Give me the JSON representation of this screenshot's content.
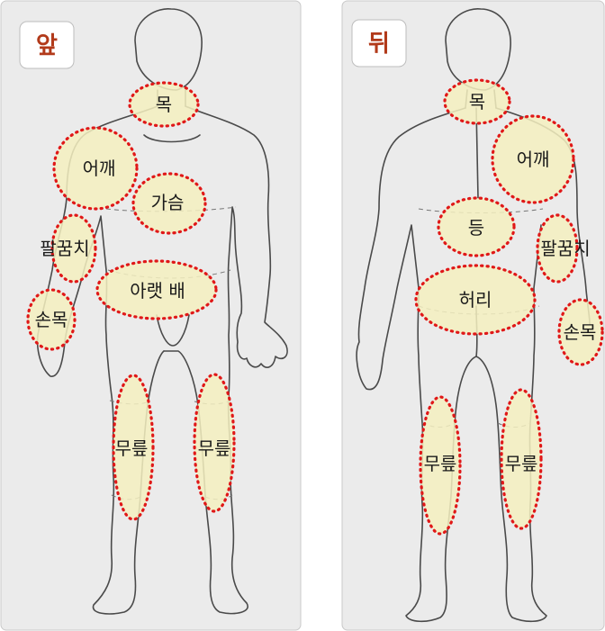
{
  "front": {
    "tag": "앞",
    "labels": {
      "neck": "목",
      "shoulder": "어깨",
      "chest": "가슴",
      "elbow": "팔꿈치",
      "lower_belly": "아랫 배",
      "wrist": "손목",
      "knee_left": "무릎",
      "knee_right": "무릎"
    }
  },
  "back": {
    "tag": "뒤",
    "labels": {
      "neck": "목",
      "shoulder": "어깨",
      "upper_back": "등",
      "elbow": "팔꿈치",
      "lower_back": "허리",
      "wrist": "손목",
      "knee_left": "무릎",
      "knee_right": "무릎"
    }
  },
  "colors": {
    "tag_text": "#b23a1a",
    "region_fill": "#f4f0bf",
    "region_border": "#e01818",
    "panel_background": "#ebebeb"
  }
}
